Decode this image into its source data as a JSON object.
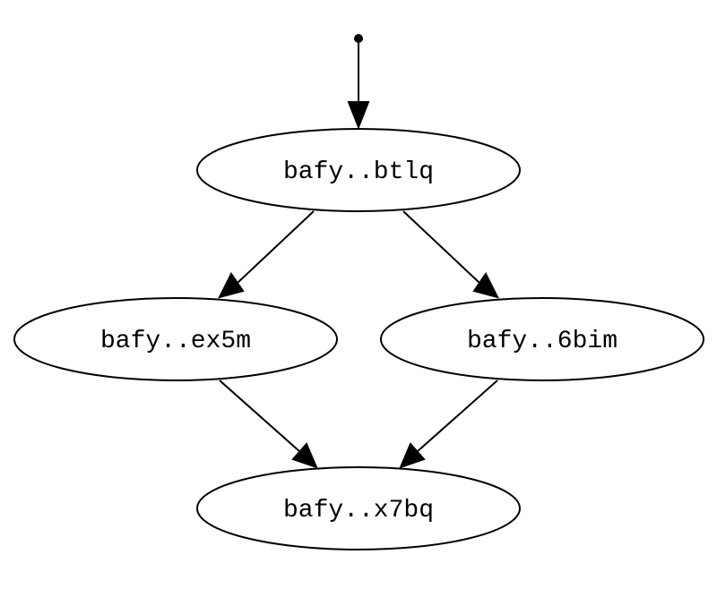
{
  "diagram": {
    "nodes": {
      "top": "bafy..btlq",
      "left": "bafy..ex5m",
      "right": "bafy..6bim",
      "bottom": "bafy..x7bq"
    }
  }
}
